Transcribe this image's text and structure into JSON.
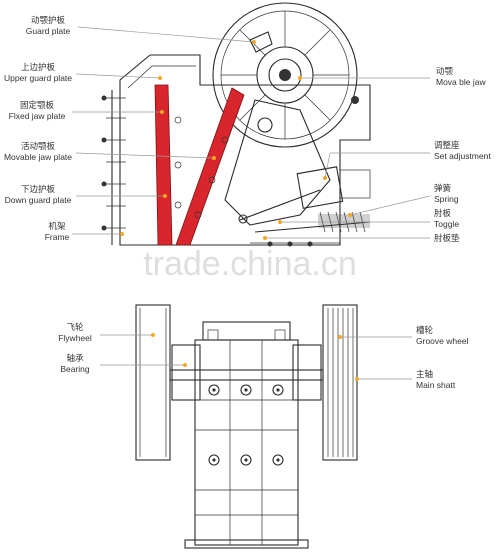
{
  "labels": {
    "guard_plate": {
      "cn": "动颚护板",
      "en": "Guard plate"
    },
    "upper_guard_plate": {
      "cn": "上边护板",
      "en": "Upper guard plate"
    },
    "fixed_jaw_plate": {
      "cn": "固定颚板",
      "en": "Flxed jaw plate"
    },
    "movable_jaw_plate": {
      "cn": "活动颚板",
      "en": "Movable jaw plate"
    },
    "down_guard_plate": {
      "cn": "下边护板",
      "en": "Down guard plate"
    },
    "frame": {
      "cn": "机架",
      "en": "Frame"
    },
    "movable_jaw": {
      "cn": "动颚",
      "en": "Mova ble jaw"
    },
    "set_adjustment": {
      "cn": "调整座",
      "en": "Set adjustment"
    },
    "spring": {
      "cn": "弹簧",
      "en": "Spring"
    },
    "toggle": {
      "cn": "肘板",
      "en": "Toggle"
    },
    "toggle_pad": {
      "cn": "肘板垫",
      "en": ""
    },
    "flywheel": {
      "cn": "飞轮",
      "en": "Flywheel"
    },
    "bearing": {
      "cn": "轴承",
      "en": "Bearing"
    },
    "groove_wheel": {
      "cn": "槽轮",
      "en": "Groove wheel"
    },
    "main_shaft": {
      "cn": "主轴",
      "en": "Main shatt"
    }
  },
  "watermark": "trade.china.cn",
  "colors": {
    "jaw_red": "#d9262c",
    "line": "#2a2a2a",
    "leader": "#999999",
    "callout_dot": "#f5a623",
    "watermark": "#d9d9d9"
  }
}
